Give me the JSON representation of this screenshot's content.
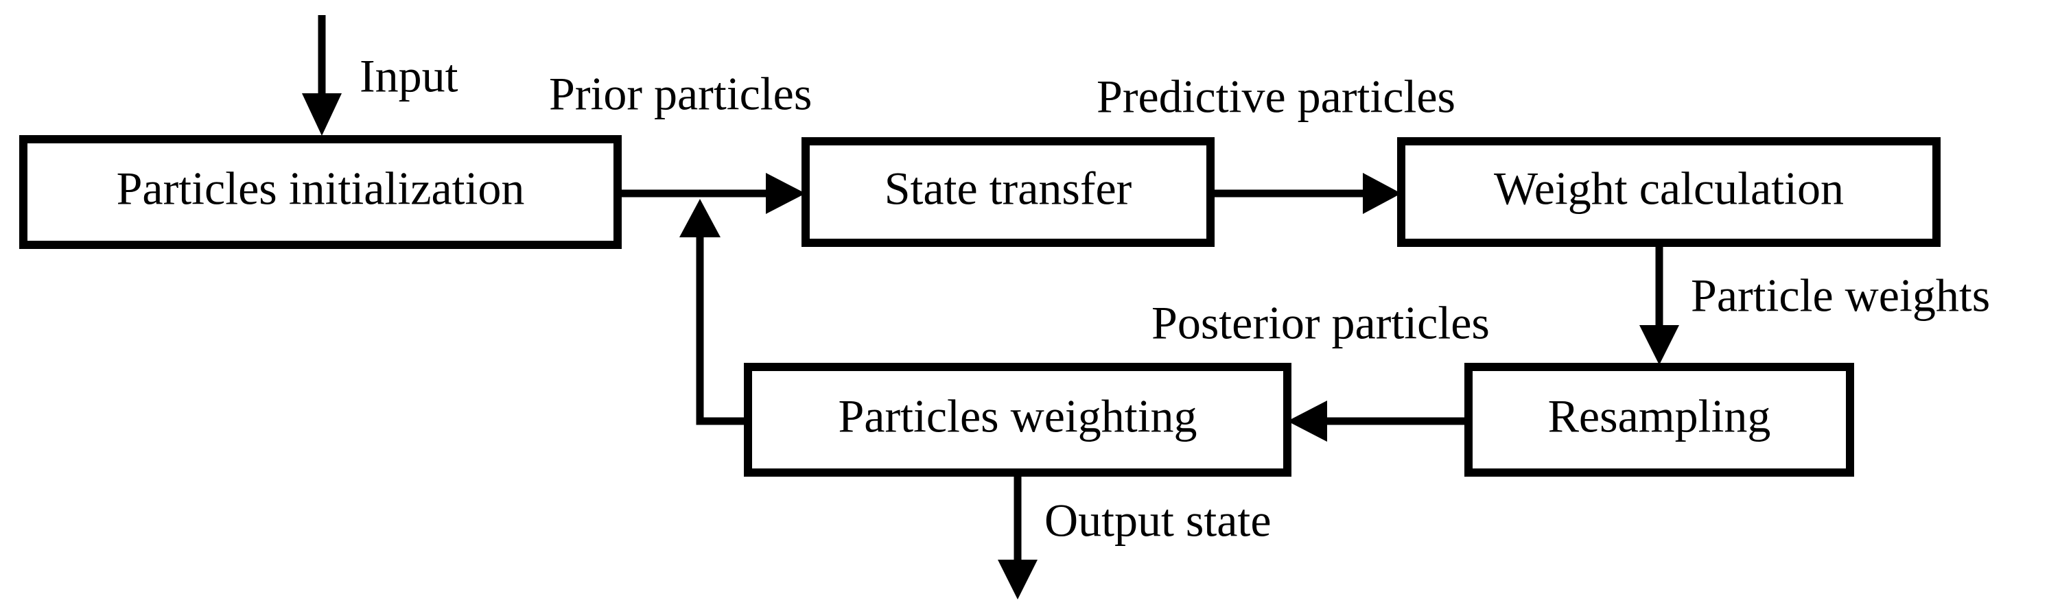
{
  "nodes": {
    "init": "Particles initialization",
    "state_transfer": "State transfer",
    "weight_calculation": "Weight calculation",
    "resampling": "Resampling",
    "weighting": "Particles weighting"
  },
  "edges": {
    "input": "Input",
    "prior_particles": "Prior particles",
    "predictive_particles": "Predictive particles",
    "particle_weights": "Particle weights",
    "posterior_particles": "Posterior particles",
    "output_state": "Output state"
  }
}
